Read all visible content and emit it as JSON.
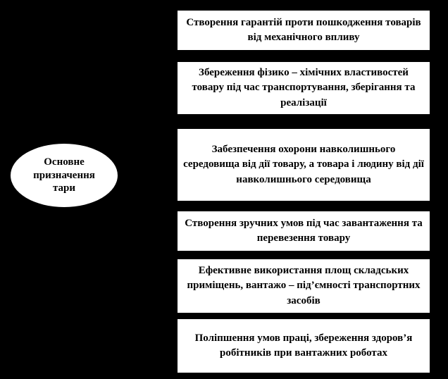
{
  "diagram": {
    "ellipse": {
      "label": "Основне призначення тари"
    },
    "boxes": [
      {
        "text": "Створення гарантій проти пошкодження товарів від механічного впливу"
      },
      {
        "text": "Збереження фізико – хімічних властивостей товару під час транспортування, зберігання та реалізації"
      },
      {
        "text": "Забезпечення охорони навколишнього середовища від дії товару, а товара і людину від дії навколишнього середовища"
      },
      {
        "text": "Створення зручних умов під час завантаження та перевезення товару"
      },
      {
        "text": "Ефективне використання площ складських приміщень, вантажо – під’ємності транспортних засобів"
      },
      {
        "text": "Поліпшення умов праці, збереження здоров’я робітників при вантажних роботах"
      }
    ],
    "colors": {
      "background": "#000000",
      "box_fill": "#ffffff",
      "text": "#000000"
    }
  }
}
